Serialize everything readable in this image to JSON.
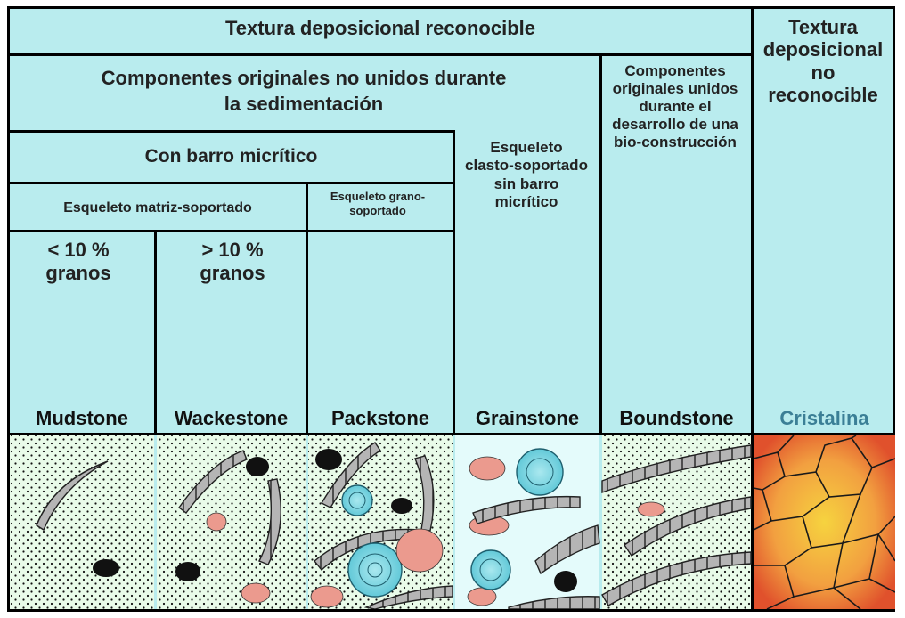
{
  "header": {
    "recognizable": "Textura deposicional reconocible",
    "not_recognizable": "Textura deposicional no reconocible"
  },
  "groups": {
    "not_bound": "Componentes originales no unidos durante la sedimentación",
    "bound": "Componentes originales unidos durante el desarrollo de una bio-construcción",
    "with_mud": "Con barro micrítico",
    "grain_supported_no_mud": "Esqueleto clasto-soportado sin barro micrítico",
    "matrix_supported": "Esqueleto matriz-soportado",
    "grain_supported": "Esqueleto grano-soportado",
    "less_10": "< 10 % granos",
    "more_10": "> 10 % granos"
  },
  "rock_names": {
    "mudstone": "Mudstone",
    "wackestone": "Wackestone",
    "packstone": "Packstone",
    "grainstone": "Grainstone",
    "boundstone": "Boundstone",
    "cristalina": "Cristalina"
  },
  "colors": {
    "background": "#b9ecee",
    "cristalina_label": "#3b7f96",
    "mud_fill": "#e9fbe9",
    "grainstone_fill": "#e4fbfb",
    "peloid": "#eb9a8e",
    "ooid": "#72d2df",
    "shell": "#b5b5b5",
    "crystal_center": "#f6d33f",
    "crystal_edge": "#e0512c"
  }
}
